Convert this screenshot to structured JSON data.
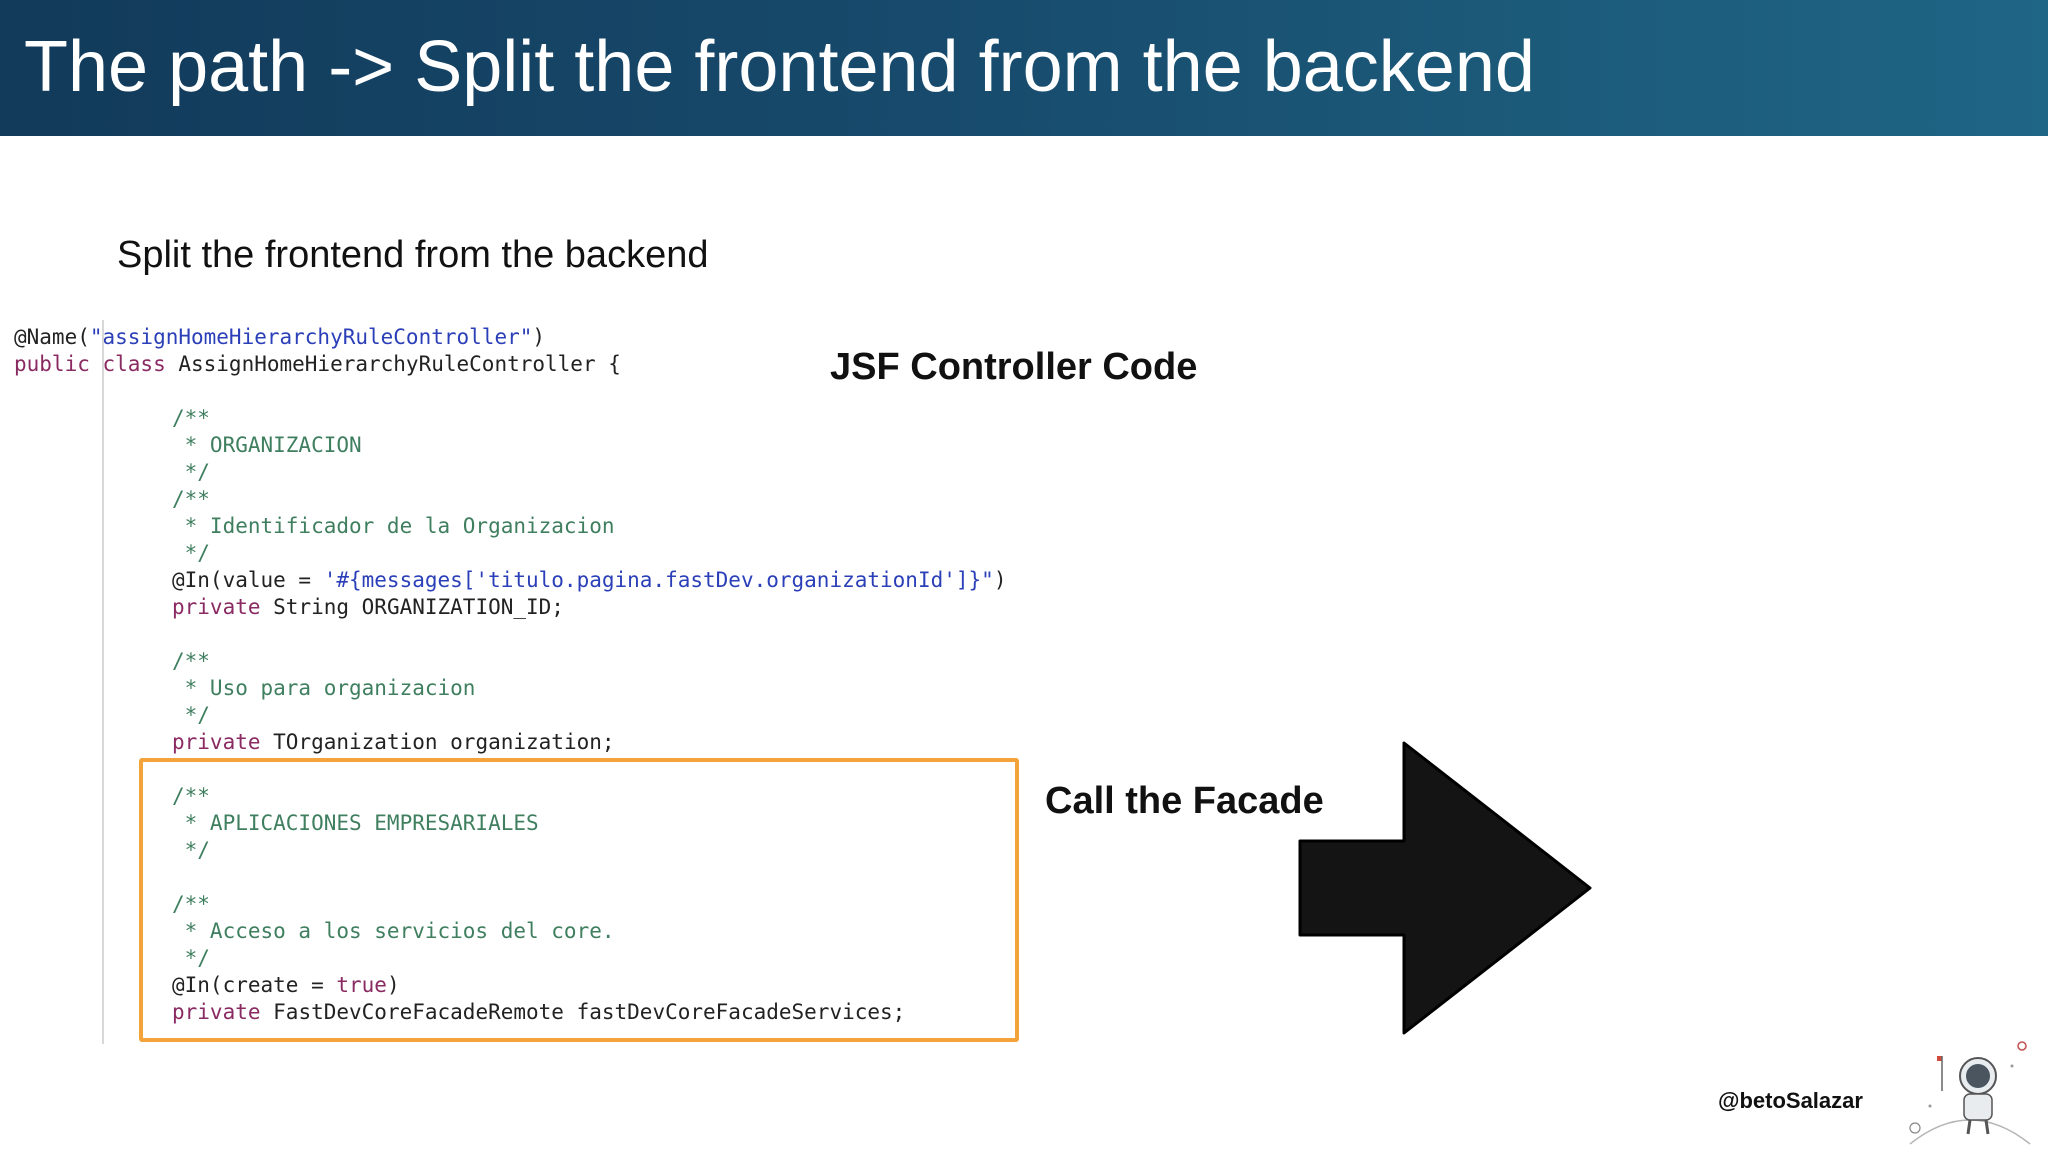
{
  "header": {
    "title": "The path -> Split the frontend from the backend"
  },
  "content": {
    "subtitle": "Split the frontend from the backend",
    "callout_controller": "JSF Controller Code",
    "callout_facade": "Call the Facade"
  },
  "code": {
    "l1_a": "@Name(",
    "l1_b": "\"assignHomeHierarchyRuleController\"",
    "l1_c": ")",
    "l2_a": "public class",
    "l2_b": " AssignHomeHierarchyRuleController {",
    "c1": "/**",
    "c2": " * ORGANIZACION",
    "c3": " */",
    "c4": "/**",
    "c5": " * Identificador de la Organizacion",
    "c6": " */",
    "in1_a": "@In(value = ",
    "in1_b": "'#{messages['titulo.pagina.fastDev.organizationId']}\"",
    "in1_c": ")",
    "p1_a": "private",
    "p1_b": " String ORGANIZATION_ID;",
    "c7": "/**",
    "c8": " * Uso para organizacion",
    "c9": " */",
    "p2_a": "private",
    "p2_b": " TOrganization organization;",
    "c10": "/**",
    "c11": " * APLICACIONES EMPRESARIALES",
    "c12": " */",
    "c13": "/**",
    "c14": " * Acceso a los servicios del core.",
    "c15": " */",
    "in2_a": "@In(create = ",
    "in2_b": "true",
    "in2_c": ")",
    "p3_a": "private",
    "p3_b": " FastDevCoreFacadeRemote fastDevCoreFacadeServices;"
  },
  "footer": {
    "handle": "@betoSalazar"
  },
  "icons": {
    "arrow": "right-arrow-icon",
    "logo": "astronaut-logo-icon"
  },
  "colors": {
    "header_bg": "#174a6c",
    "highlight_border": "#f2a43a",
    "arrow_fill": "#141414"
  }
}
